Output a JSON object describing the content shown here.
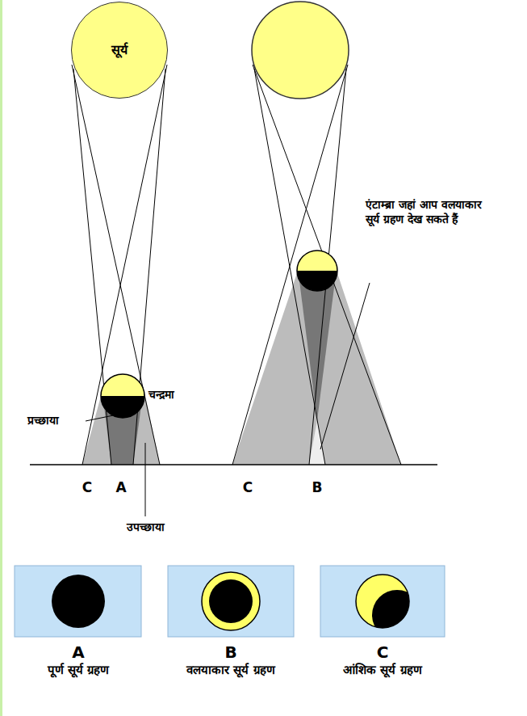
{
  "diagram": {
    "nodes": [
      {
        "text": [
          "सूर्य"
        ]
      },
      {
        "text": [
          "A",
          "पूर्ण सूर्य ग्रहण"
        ]
      },
      {
        "text": [
          "B",
          "वलयाकार सूर्य ग्रहण"
        ]
      },
      {
        "text": [
          "C",
          "आंशिक सूर्य ग्रहण"
        ]
      }
    ],
    "labels": [
      "चन्द्रमा",
      "प्रच्छाया",
      "उपच्छाया",
      "C",
      "A",
      "एंटाम्ब्रा जहां आप वलयाकार सूर्य ग्रहण देख सकते हैं",
      "C",
      "B"
    ]
  }
}
